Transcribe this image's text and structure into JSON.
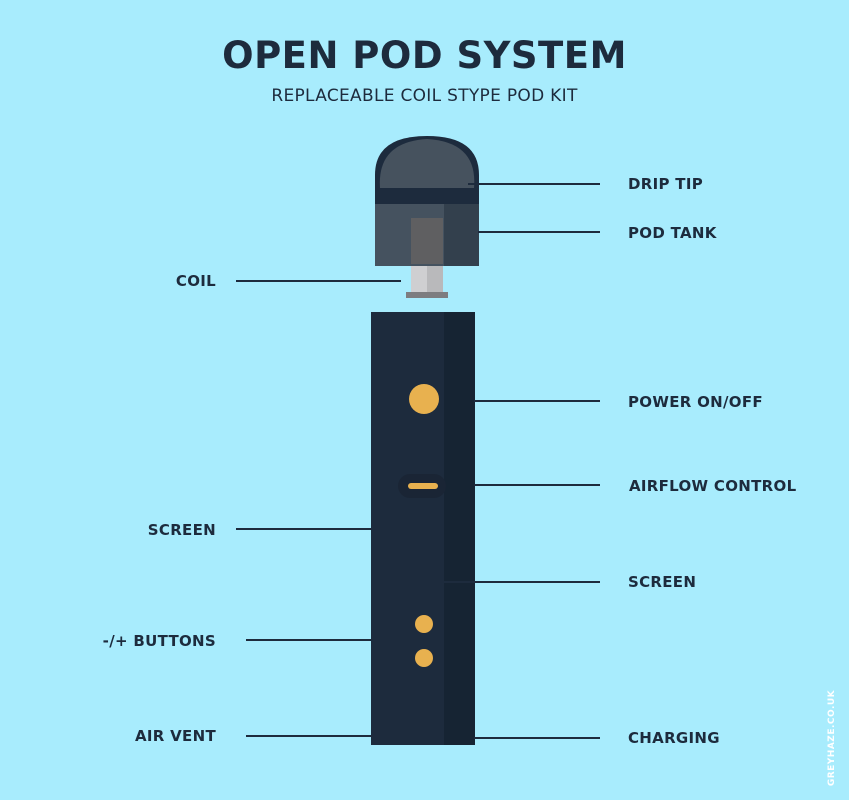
{
  "header": {
    "title": "OPEN POD SYSTEM",
    "subtitle": "REPLACEABLE COIL STYPE POD KIT"
  },
  "labels": {
    "drip_tip": "DRIP TIP",
    "pod_tank": "POD TANK",
    "coil": "COIL",
    "power": "POWER ON/OFF",
    "airflow": "AIRFLOW CONTROL",
    "screen_left": "SCREEN",
    "screen_right": "SCREEN",
    "buttons": "-/+ BUTTONS",
    "air_vent": "AIR VENT",
    "charging": "CHARGING"
  },
  "watermark": "GREYHAZE.CO.UK",
  "colors": {
    "background": "#a8ecfd",
    "body": "#1d2b3d",
    "accent": "#e8b14f"
  }
}
